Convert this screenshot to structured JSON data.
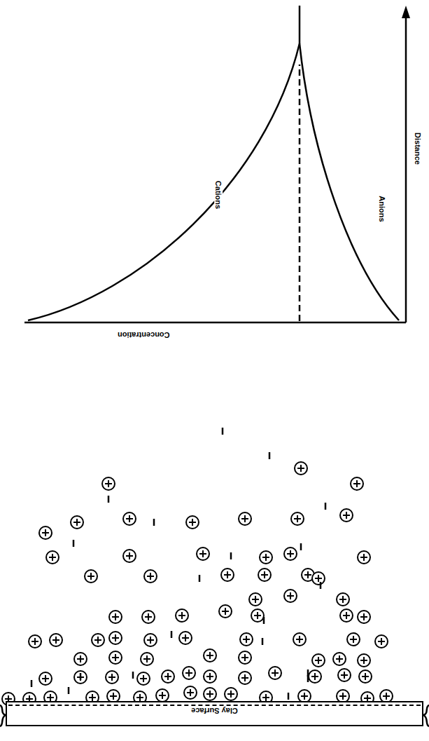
{
  "diagram": {
    "nodes": [
      {
        "text": [
          "Clay Surface"
        ]
      }
    ],
    "labels": [
      "Concentration",
      "Cations",
      "Anions",
      "Distance"
    ]
  }
}
